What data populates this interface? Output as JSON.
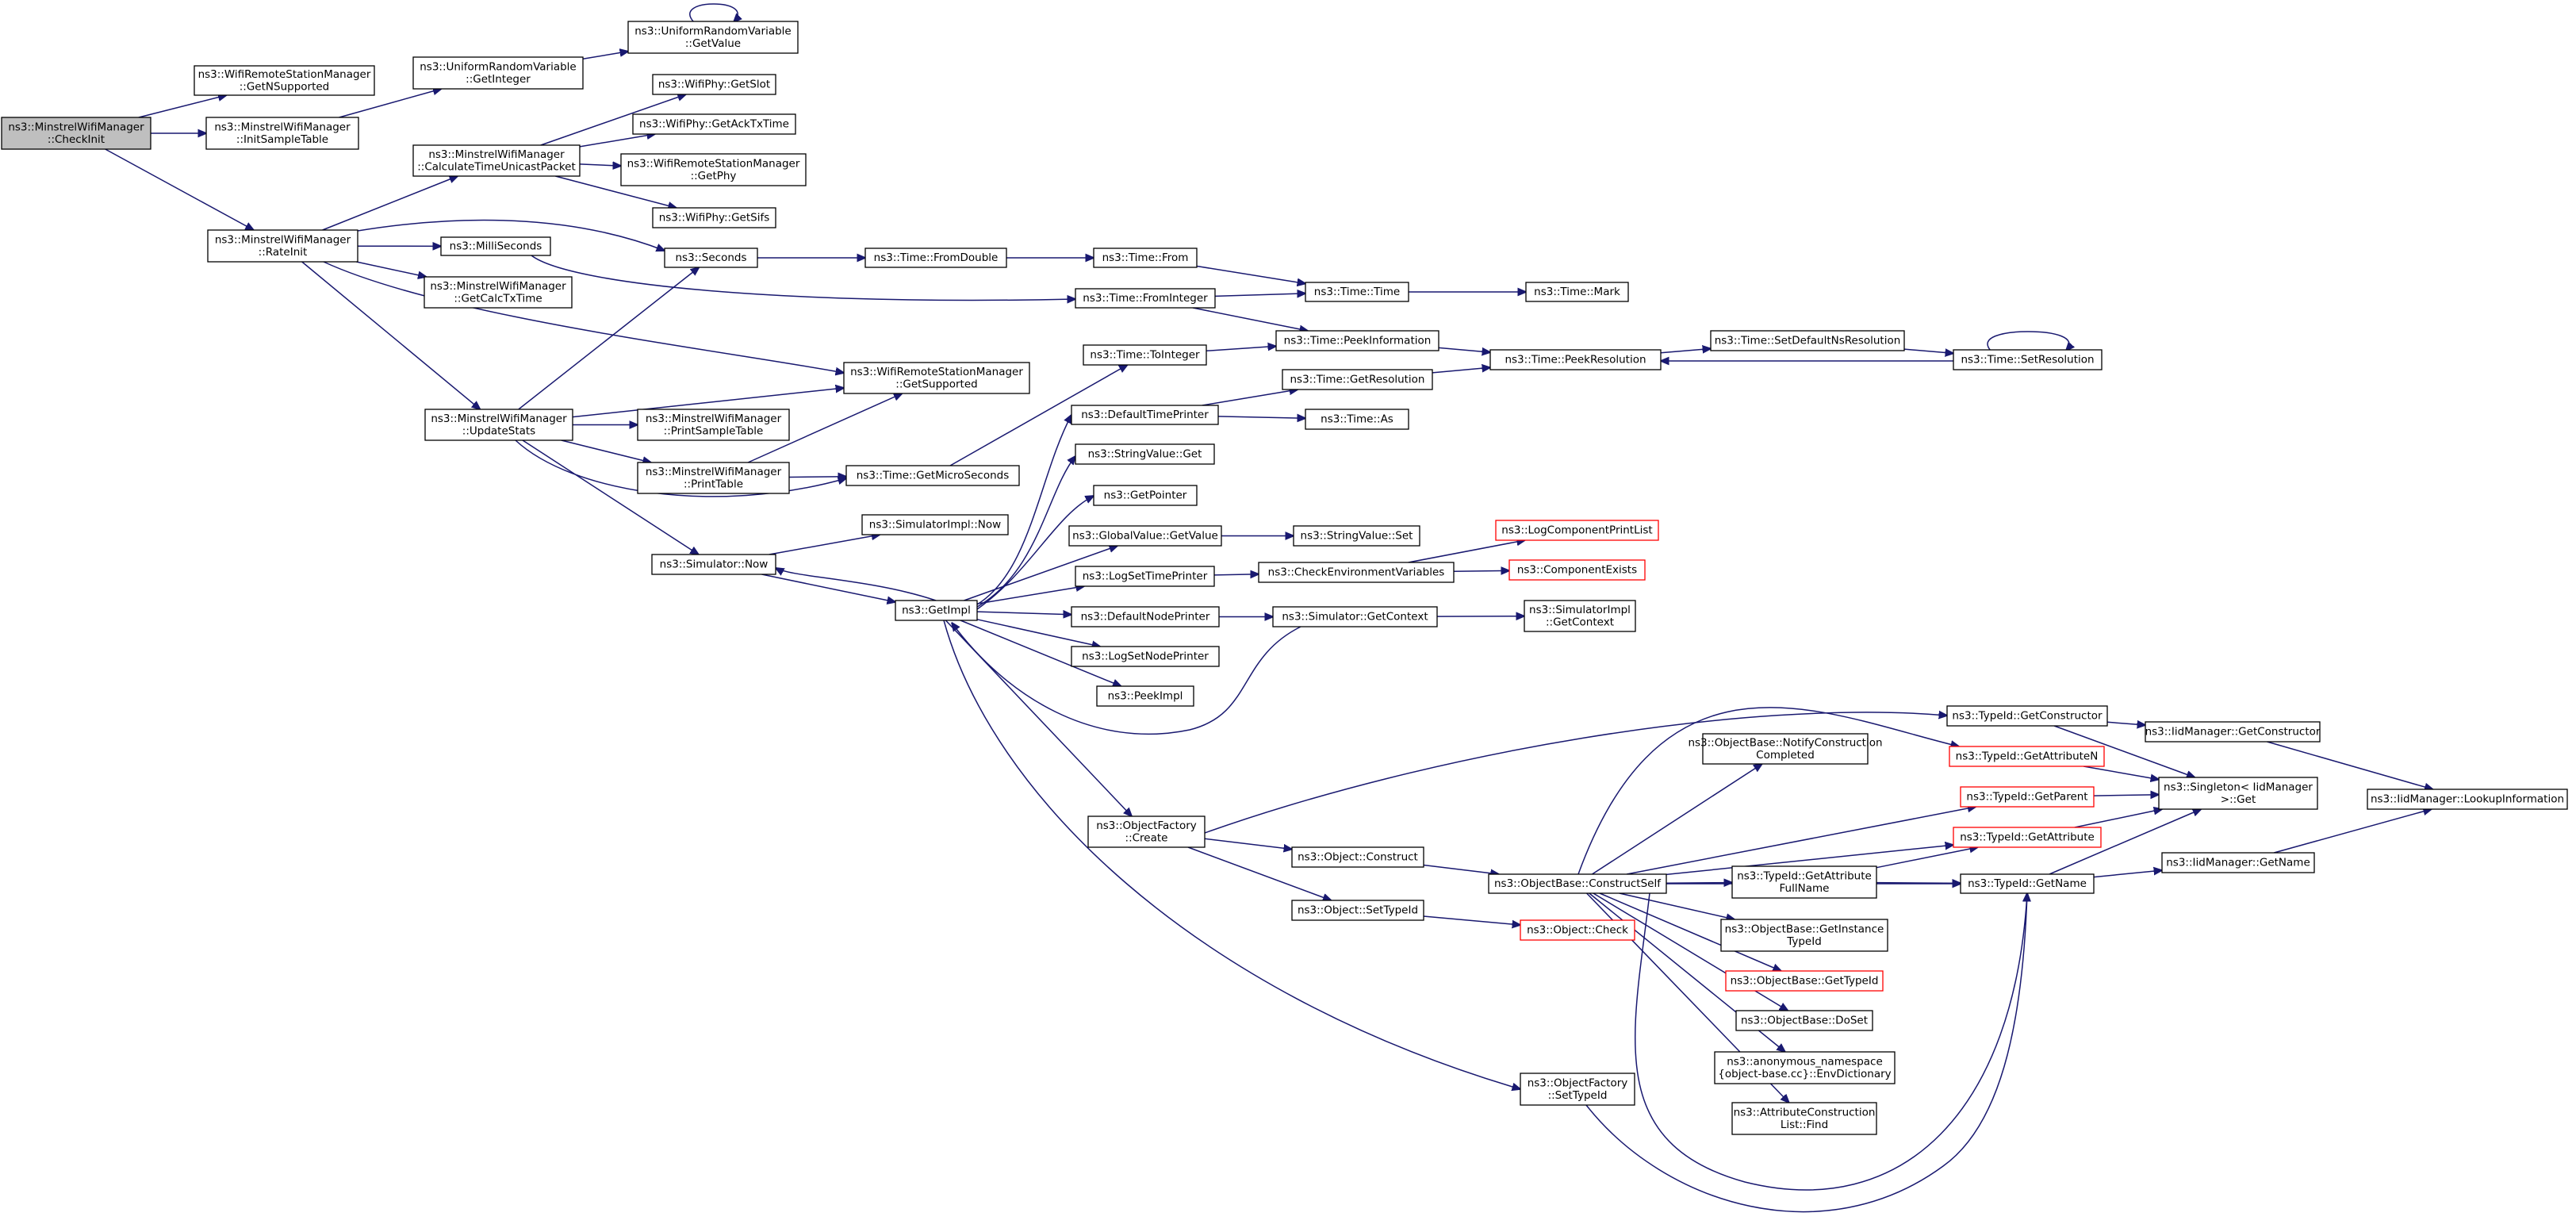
{
  "graph": {
    "nodes": [
      {
        "id": "checkinit",
        "lines": [
          "ns3::MinstrelWifiManager",
          "::CheckInit"
        ],
        "root": true
      },
      {
        "id": "getnsupported",
        "lines": [
          "ns3::WifiRemoteStationManager",
          "::GetNSupported"
        ]
      },
      {
        "id": "initsampletable",
        "lines": [
          "ns3::MinstrelWifiManager",
          "::InitSampleTable"
        ]
      },
      {
        "id": "rateinit",
        "lines": [
          "ns3::MinstrelWifiManager",
          "::RateInit"
        ]
      },
      {
        "id": "urv_getinteger",
        "lines": [
          "ns3::UniformRandomVariable",
          "::GetInteger"
        ]
      },
      {
        "id": "urv_getvalue",
        "lines": [
          "ns3::UniformRandomVariable",
          "::GetValue"
        ]
      },
      {
        "id": "calctimeunicast",
        "lines": [
          "ns3::MinstrelWifiManager",
          "::CalculateTimeUnicastPacket"
        ]
      },
      {
        "id": "milliseconds",
        "lines": [
          "ns3::MilliSeconds"
        ]
      },
      {
        "id": "getcalctxtime",
        "lines": [
          "ns3::MinstrelWifiManager",
          "::GetCalcTxTime"
        ]
      },
      {
        "id": "updatestats",
        "lines": [
          "ns3::MinstrelWifiManager",
          "::UpdateStats"
        ]
      },
      {
        "id": "getslot",
        "lines": [
          "ns3::WifiPhy::GetSlot"
        ]
      },
      {
        "id": "getacktxtime",
        "lines": [
          "ns3::WifiPhy::GetAckTxTime"
        ]
      },
      {
        "id": "getphy",
        "lines": [
          "ns3::WifiRemoteStationManager",
          "::GetPhy"
        ]
      },
      {
        "id": "getsifs",
        "lines": [
          "ns3::WifiPhy::GetSifs"
        ]
      },
      {
        "id": "seconds",
        "lines": [
          "ns3::Seconds"
        ]
      },
      {
        "id": "getsupported",
        "lines": [
          "ns3::WifiRemoteStationManager",
          "::GetSupported"
        ]
      },
      {
        "id": "printsampletable",
        "lines": [
          "ns3::MinstrelWifiManager",
          "::PrintSampleTable"
        ]
      },
      {
        "id": "printtable",
        "lines": [
          "ns3::MinstrelWifiManager",
          "::PrintTable"
        ]
      },
      {
        "id": "sim_now",
        "lines": [
          "ns3::Simulator::Now"
        ]
      },
      {
        "id": "fromdouble",
        "lines": [
          "ns3::Time::FromDouble"
        ]
      },
      {
        "id": "time_from",
        "lines": [
          "ns3::Time::From"
        ]
      },
      {
        "id": "frominteger",
        "lines": [
          "ns3::Time::FromInteger"
        ]
      },
      {
        "id": "time_time",
        "lines": [
          "ns3::Time::Time"
        ]
      },
      {
        "id": "time_mark",
        "lines": [
          "ns3::Time::Mark"
        ]
      },
      {
        "id": "toInteger",
        "lines": [
          "ns3::Time::ToInteger"
        ]
      },
      {
        "id": "peekinformation",
        "lines": [
          "ns3::Time::PeekInformation"
        ]
      },
      {
        "id": "peekresolution",
        "lines": [
          "ns3::Time::PeekResolution"
        ]
      },
      {
        "id": "setdefaultns",
        "lines": [
          "ns3::Time::SetDefaultNsResolution"
        ]
      },
      {
        "id": "setresolution",
        "lines": [
          "ns3::Time::SetResolution"
        ]
      },
      {
        "id": "defaulttimeprinter",
        "lines": [
          "ns3::DefaultTimePrinter"
        ]
      },
      {
        "id": "getresolution",
        "lines": [
          "ns3::Time::GetResolution"
        ]
      },
      {
        "id": "time_as",
        "lines": [
          "ns3::Time::As"
        ]
      },
      {
        "id": "stringvalue_get",
        "lines": [
          "ns3::StringValue::Get"
        ]
      },
      {
        "id": "getmicroseconds",
        "lines": [
          "ns3::Time::GetMicroSeconds"
        ]
      },
      {
        "id": "getpointer",
        "lines": [
          "ns3::GetPointer"
        ]
      },
      {
        "id": "simimpl_now",
        "lines": [
          "ns3::SimulatorImpl::Now"
        ]
      },
      {
        "id": "globalvalue_getvalue",
        "lines": [
          "ns3::GlobalValue::GetValue"
        ]
      },
      {
        "id": "stringvalue_set",
        "lines": [
          "ns3::StringValue::Set"
        ]
      },
      {
        "id": "logcomponentprintlist",
        "lines": [
          "ns3::LogComponentPrintList"
        ],
        "red": true
      },
      {
        "id": "getimpl",
        "lines": [
          "ns3::GetImpl"
        ]
      },
      {
        "id": "logsettimeprinter",
        "lines": [
          "ns3::LogSetTimePrinter"
        ]
      },
      {
        "id": "checkenvvars",
        "lines": [
          "ns3::CheckEnvironmentVariables"
        ]
      },
      {
        "id": "componentexists",
        "lines": [
          "ns3::ComponentExists"
        ],
        "red": true
      },
      {
        "id": "defaultnodeprinter",
        "lines": [
          "ns3::DefaultNodePrinter"
        ]
      },
      {
        "id": "sim_getcontext",
        "lines": [
          "ns3::Simulator::GetContext"
        ]
      },
      {
        "id": "simimpl_getcontext",
        "lines": [
          "ns3::SimulatorImpl",
          "::GetContext"
        ]
      },
      {
        "id": "logsetnodeprinter",
        "lines": [
          "ns3::LogSetNodePrinter"
        ]
      },
      {
        "id": "peekimpl",
        "lines": [
          "ns3::PeekImpl"
        ]
      },
      {
        "id": "typeid_getconstructor",
        "lines": [
          "ns3::TypeId::GetConstructor"
        ]
      },
      {
        "id": "iid_getconstructor",
        "lines": [
          "ns3::IidManager::GetConstructor"
        ]
      },
      {
        "id": "notifyconstruction",
        "lines": [
          "ns3::ObjectBase::NotifyConstruction",
          "Completed"
        ]
      },
      {
        "id": "getattributen",
        "lines": [
          "ns3::TypeId::GetAttributeN"
        ],
        "red": true
      },
      {
        "id": "singleton_get",
        "lines": [
          "ns3::Singleton< IidManager",
          " >::Get"
        ]
      },
      {
        "id": "iid_lookupinfo",
        "lines": [
          "ns3::IidManager::LookupInformation"
        ]
      },
      {
        "id": "objectfactory_create",
        "lines": [
          "ns3::ObjectFactory",
          "::Create"
        ]
      },
      {
        "id": "typeid_getparent",
        "lines": [
          "ns3::TypeId::GetParent"
        ],
        "red": true
      },
      {
        "id": "typeid_getattribute",
        "lines": [
          "ns3::TypeId::GetAttribute"
        ],
        "red": true
      },
      {
        "id": "object_construct",
        "lines": [
          "ns3::Object::Construct"
        ]
      },
      {
        "id": "iid_getname",
        "lines": [
          "ns3::IidManager::GetName"
        ]
      },
      {
        "id": "constructself",
        "lines": [
          "ns3::ObjectBase::ConstructSelf"
        ]
      },
      {
        "id": "getattributefullname",
        "lines": [
          "ns3::TypeId::GetAttribute",
          "FullName"
        ]
      },
      {
        "id": "typeid_getname",
        "lines": [
          "ns3::TypeId::GetName"
        ]
      },
      {
        "id": "object_settypeid",
        "lines": [
          "ns3::Object::SetTypeId"
        ]
      },
      {
        "id": "object_check",
        "lines": [
          "ns3::Object::Check"
        ],
        "red": true
      },
      {
        "id": "getinstancetypeid",
        "lines": [
          "ns3::ObjectBase::GetInstance",
          "TypeId"
        ]
      },
      {
        "id": "objectbase_gettypeid",
        "lines": [
          "ns3::ObjectBase::GetTypeId"
        ],
        "red": true
      },
      {
        "id": "objectbase_doset",
        "lines": [
          "ns3::ObjectBase::DoSet"
        ]
      },
      {
        "id": "envdictionary",
        "lines": [
          "ns3::anonymous_namespace",
          "{object-base.cc}::EnvDictionary"
        ]
      },
      {
        "id": "objectfactory_settypeid",
        "lines": [
          "ns3::ObjectFactory",
          "::SetTypeId"
        ]
      },
      {
        "id": "attrconstruction_find",
        "lines": [
          "ns3::AttributeConstruction",
          "List::Find"
        ]
      }
    ]
  }
}
